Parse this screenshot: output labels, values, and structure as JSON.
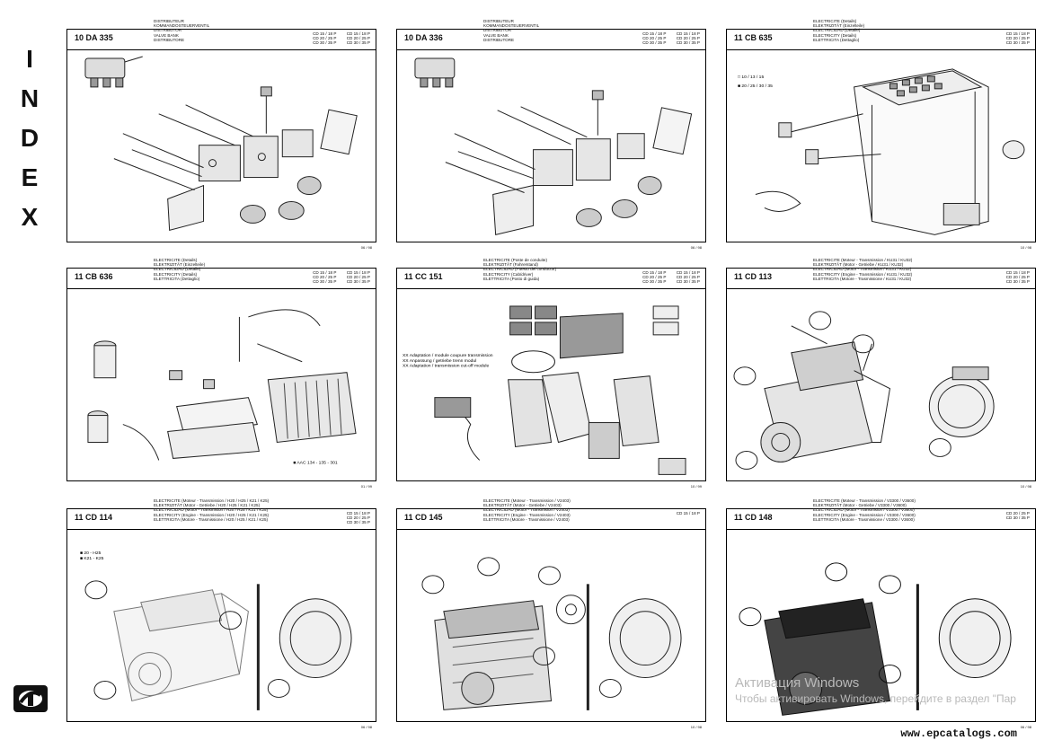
{
  "side_index": [
    "I",
    "N",
    "D",
    "E",
    "X"
  ],
  "watermark": {
    "line1": "Активация Windows",
    "line2": "Чтобы активировать Windows, перейдите в раздел \"Пар"
  },
  "site_url": "www.epcatalogs.com",
  "pages": [
    {
      "code": "10 DA 335",
      "desc": "DISTRIBUTEUR\nKOMMANDOSTEUERVENTIL\nDISTRIBUTOR\nVALVE BANK\nDISTRIBUTORE",
      "models": [
        [
          "CD 15 / 18 P",
          "CD 20 / 25 P",
          "CD 30 / 35 P"
        ],
        [
          "CD 15 / 18 P",
          "CD 20 / 25 P",
          "CD 30 / 35 P"
        ]
      ],
      "foot": "06 / 98"
    },
    {
      "code": "10 DA 336",
      "desc": "DISTRIBUTEUR\nKOMMANDOSTEUERVENTIL\nDISTRIBUTOR\nVALVE BANK\nDISTRIBUTORE",
      "models": [
        [
          "CD 15 / 18 P",
          "CD 20 / 25 P",
          "CD 30 / 35 P"
        ],
        [
          "CD 15 / 18 P",
          "CD 20 / 25 P",
          "CD 30 / 35 P"
        ]
      ],
      "foot": "06 / 98"
    },
    {
      "code": "11 CB 635",
      "desc": "ELECTRICITE (Details)\nELEKTRIZITÄT (Einzelteile)\nELECTRICIDAD (Detalle)\nELECTRICITY (Details)\nELETTRICITA (Dettaglio)",
      "models": [
        [
          "CD 15 / 18 P",
          "CD 20 / 25 P",
          "CD 30 / 35 P"
        ]
      ],
      "foot": "10 / 98"
    },
    {
      "code": "11 CB 636",
      "desc": "ELECTRICITE (Details)\nELEKTRIZITÄT (Einzelteile)\nELECTRICIDAD (Detalle)\nELECTRICITY (Details)\nELETTRICITA (Dettaglio)",
      "models": [
        [
          "CD 15 / 18 P",
          "CD 20 / 25 P",
          "CD 30 / 35 P"
        ],
        [
          "CD 15 / 18 P",
          "CD 20 / 25 P",
          "CD 30 / 35 P"
        ]
      ],
      "foot": "01 / 99"
    },
    {
      "code": "11 CC 151",
      "desc": "ELECTRICITE (Poste de conduite)\nELEKTRIZITÄT (Fahrerstand)\nELECTRICIDAD (Puesto del conductor)\nELECTRICITY (Cab/driver)\nELETTRICITA (Posto di guida)",
      "models": [
        [
          "CD 15 / 18 P",
          "CD 20 / 25 P",
          "CD 30 / 35 P"
        ],
        [
          "CD 15 / 18 P",
          "CD 20 / 25 P",
          "CD 30 / 35 P"
        ]
      ],
      "foot": "10 / 99"
    },
    {
      "code": "11 CD 113",
      "desc": "ELECTRICITE (Moteur - Transmission / KU31 / KU32)\nELEKTRIZITÄT (Motor - Getriebe / KU31 / KU32)\nELECTRICIDAD (Motor - Transmision / KU31 / KU32)\nELECTRICITY (Engine - Transmission / KU31 / KU32)\nELETTRICITA (Motore - Trasmissione / KU31 / KU32)",
      "models": [
        [
          "CD 15 / 18 P",
          "CD 20 / 25 P",
          "CD 30 / 35 P"
        ]
      ],
      "foot": "10 / 98"
    },
    {
      "code": "11 CD 114",
      "desc": "ELECTRICITE (Moteur - Transmission / H20 / H25 / K21 / K25)\nELEKTRIZITÄT (Motor - Getriebe / H20 / H25 / K21 / K25)\nELECTRICIDAD (Motor - Transmision / H20 / H25 / K21 / K25)\nELECTRICITY (Engine - Transmission / H20 / H25 / K21 / K25)\nELETTRICITA (Motore - Trasmissione / H20 / H25 / K21 / K25)",
      "models": [
        [
          "CD 15 / 18 P",
          "CD 20 / 25 P",
          "CD 30 / 35 P"
        ]
      ],
      "foot": "06 / 98"
    },
    {
      "code": "11 CD 145",
      "desc": "ELECTRICITE (Moteur - Transmission / V2403)\nELEKTRIZITÄT (Motor - Getriebe / V2403)\nELECTRICIDAD (Motor - Transmision / V2403)\nELECTRICITY (Engine - Transmission / V2403)\nELETTRICITA (Motore - Trasmissione / V2403)",
      "models": [
        [
          "CD 15 / 18 P"
        ]
      ],
      "foot": "10 / 98"
    },
    {
      "code": "11 CD 148",
      "desc": "ELECTRICITE (Moteur - Transmission / V3300 / V3600)\nELEKTRIZITÄT (Motor - Getriebe / V3300 / V3600)\nELECTRICIDAD (Motor - Transmision / V3300 / V3600)\nELECTRICITY (Engine - Transmission / V3300 / V3600)\nELETTRICITA (Motore - Trasmissione / V3300 / V3600)",
      "models": [
        [
          "CD 20 / 25 P",
          "CD 30 / 35 P"
        ]
      ],
      "foot": "06 / 98"
    }
  ]
}
